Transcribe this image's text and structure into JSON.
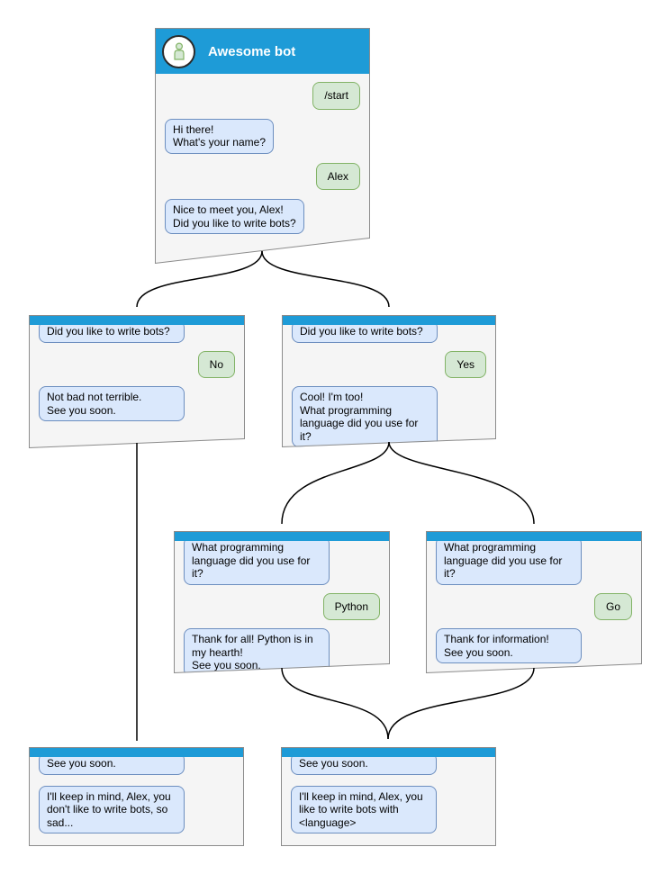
{
  "diagram_title": "chatbot conversation flow",
  "colors": {
    "header_blue": "#1E9BD7",
    "window_bg": "#F5F5F5",
    "window_border": "#8C8C8C",
    "bot_bubble_bg": "#DAE8FC",
    "bot_bubble_border": "#6C8EBF",
    "user_bubble_bg": "#D5E8D4",
    "user_bubble_border": "#82B366",
    "arrow_color": "#000000",
    "title_color": "#FFFFFF"
  },
  "windows": {
    "root": {
      "title": "Awesome bot",
      "avatar_icon": "person-icon",
      "messages": [
        {
          "from": "user",
          "text": "/start"
        },
        {
          "from": "bot",
          "text": "Hi there!\nWhat's your name?"
        },
        {
          "from": "user",
          "text": "Alex"
        },
        {
          "from": "bot",
          "text": "Nice to meet you, Alex!\nDid you like to write bots?"
        }
      ]
    },
    "branch_no": {
      "messages": [
        {
          "from": "bot",
          "text": "Did you like to write bots?"
        },
        {
          "from": "user",
          "text": "No"
        },
        {
          "from": "bot",
          "text": "Not bad not terrible.\nSee you soon."
        }
      ]
    },
    "branch_yes": {
      "messages": [
        {
          "from": "bot",
          "text": "Did you like to write bots?"
        },
        {
          "from": "user",
          "text": "Yes"
        },
        {
          "from": "bot",
          "text": "Cool! I'm too!\nWhat programming\nlanguage did you use for it?"
        }
      ]
    },
    "branch_python": {
      "messages": [
        {
          "from": "bot",
          "text": "What programming\nlanguage did you use for it?"
        },
        {
          "from": "user",
          "text": "Python"
        },
        {
          "from": "bot",
          "text": "Thank for all! Python is in\nmy hearth!\nSee you soon."
        }
      ]
    },
    "branch_go": {
      "messages": [
        {
          "from": "bot",
          "text": "What programming\nlanguage did you use for it?"
        },
        {
          "from": "user",
          "text": "Go"
        },
        {
          "from": "bot",
          "text": "Thank for information!\nSee you soon."
        }
      ]
    },
    "end_no": {
      "messages": [
        {
          "from": "bot",
          "text": "See you soon."
        },
        {
          "from": "bot",
          "text": "I'll keep in mind, Alex, you\ndon't like to write bots, so\nsad..."
        }
      ]
    },
    "end_language": {
      "messages": [
        {
          "from": "bot",
          "text": "See you soon."
        },
        {
          "from": "bot",
          "text": "I'll keep in mind, Alex, you\nlike to write bots with\n<language>"
        }
      ]
    }
  },
  "edges": [
    {
      "from": "root",
      "to": "branch_no"
    },
    {
      "from": "root",
      "to": "branch_yes"
    },
    {
      "from": "branch_yes",
      "to": "branch_python"
    },
    {
      "from": "branch_yes",
      "to": "branch_go"
    },
    {
      "from": "branch_no",
      "to": "end_no"
    },
    {
      "from": "branch_python",
      "to": "end_language"
    },
    {
      "from": "branch_go",
      "to": "end_language"
    }
  ]
}
